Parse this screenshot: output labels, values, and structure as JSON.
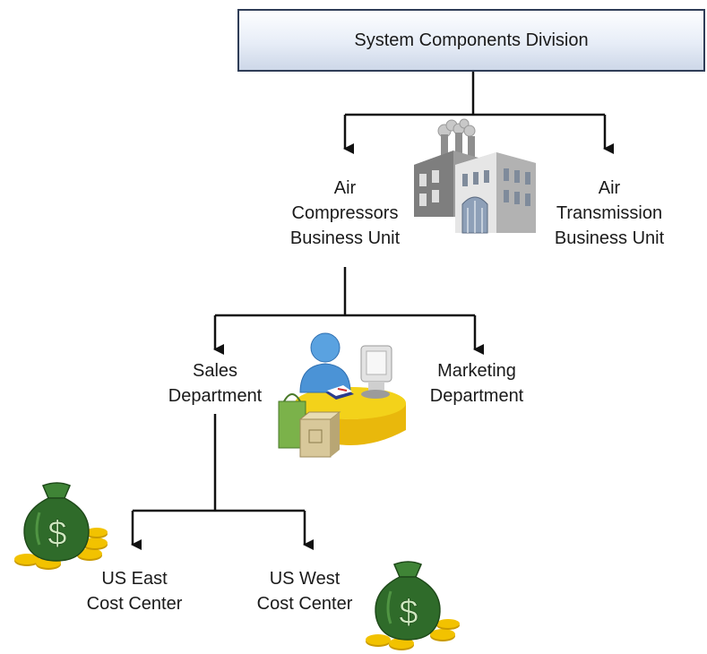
{
  "root": {
    "label": "System Components Division"
  },
  "business_units": [
    {
      "lines": [
        "Air",
        "Compressors",
        "Business Unit"
      ]
    },
    {
      "lines": [
        "Air",
        "Transmission",
        "Business Unit"
      ]
    }
  ],
  "departments": [
    {
      "lines": [
        "Sales",
        "Department"
      ]
    },
    {
      "lines": [
        "Marketing",
        "Department"
      ]
    }
  ],
  "cost_centers": [
    {
      "lines": [
        "US East",
        "Cost Center"
      ]
    },
    {
      "lines": [
        "US West",
        "Cost Center"
      ]
    }
  ],
  "icons": {
    "factory": "factory-icon",
    "office_worker": "office-worker-icon",
    "money_bag": "money-bag-icon",
    "money_symbol": "$"
  },
  "colors": {
    "connector": "#111111",
    "root_border": "#2f3d57",
    "money_green": "#2f6b2a",
    "coin_gold": "#f2c200",
    "desk_yellow": "#f3d21a"
  }
}
